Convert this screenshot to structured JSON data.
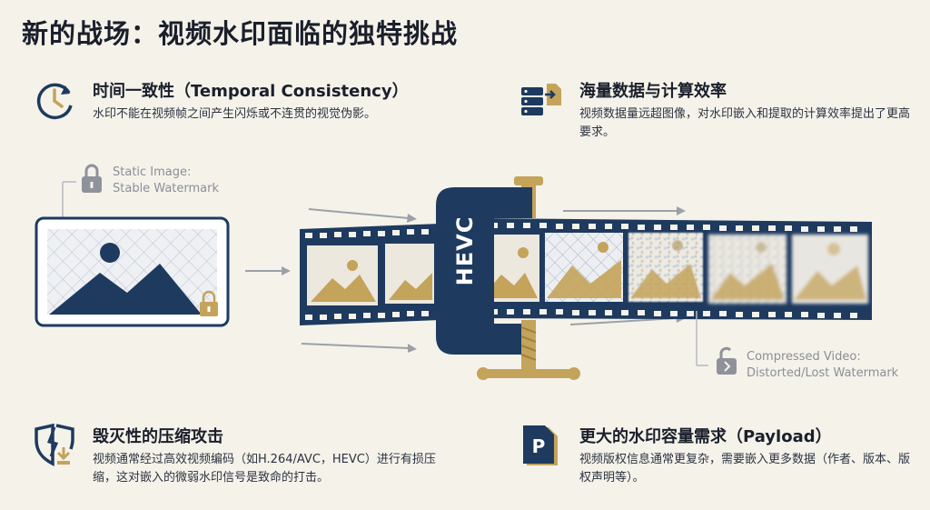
{
  "title": "新的战场：视频水印面临的独特挑战",
  "blocks": [
    {
      "icon": "clock-arrow-icon",
      "heading": "时间一致性（Temporal Consistency）",
      "text": "水印不能在视频帧之间产生闪烁或不连贯的视觉伪影。"
    },
    {
      "icon": "server-data-icon",
      "heading": "海量数据与计算效率",
      "text": "视频数据量远超图像，对水印嵌入和提取的计算效率提出了更高要求。"
    },
    {
      "icon": "broken-shield-icon",
      "heading": "毁灭性的压缩攻击",
      "text": "视频通常经过高效视频编码（如H.264/AVC，HEVC）进行有损压缩，这对嵌入的微弱水印信号是致命的打击。"
    },
    {
      "icon": "payload-document-icon",
      "heading": "更大的水印容量需求（Payload）",
      "text": "视频版权信息通常更复杂，需要嵌入更多数据（作者、版本、版权声明等）。"
    }
  ],
  "captions": {
    "static": [
      "Static Image:",
      "Stable Watermark"
    ],
    "compressed": [
      "Compressed Video:",
      "Distorted/Lost Watermark"
    ],
    "clamp": "HEVC",
    "payload_icon_letter": "P"
  },
  "colors": {
    "navy": "#1e3a5f",
    "gold": "#c4a35a",
    "background": "#f5f2ea",
    "caption_gray": "#8a8f97"
  }
}
